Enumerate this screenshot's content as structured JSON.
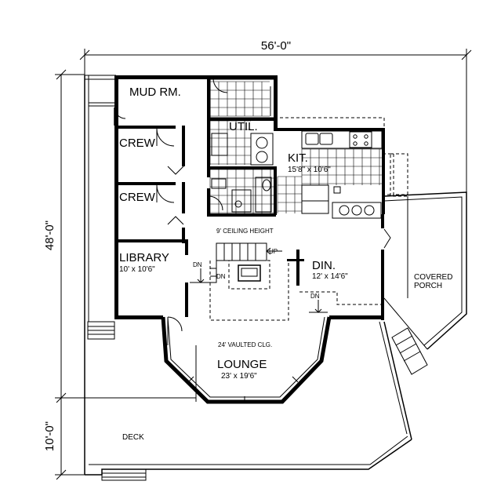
{
  "dimensions": {
    "overall_width": "56'-0\"",
    "overall_depth": "48'-0\"",
    "deck_depth": "10'-0\""
  },
  "rooms": {
    "mud_room": {
      "name": "MUD RM."
    },
    "util": {
      "name": "UTIL."
    },
    "crew_1": {
      "name": "CREW"
    },
    "crew_2": {
      "name": "CREW"
    },
    "kitchen": {
      "name": "KIT.",
      "size": "15'8\" x 10'6\""
    },
    "library": {
      "name": "LIBRARY",
      "size": "10' x 10'6\""
    },
    "dining": {
      "name": "DIN.",
      "size": "12' x 14'6\""
    },
    "covered_porch": {
      "line1": "COVERED",
      "line2": "PORCH"
    },
    "lounge": {
      "name": "LOUNGE",
      "size": "23' x 19'6\""
    },
    "deck": {
      "name": "DECK"
    }
  },
  "notes": {
    "ceiling_height": "9' CEILING HEIGHT",
    "vaulted_ceiling": "24' VAULTED CLG.",
    "stair_up": "UP",
    "stair_down_1": "DN",
    "stair_down_2": "DN",
    "stair_down_3": "DN"
  }
}
